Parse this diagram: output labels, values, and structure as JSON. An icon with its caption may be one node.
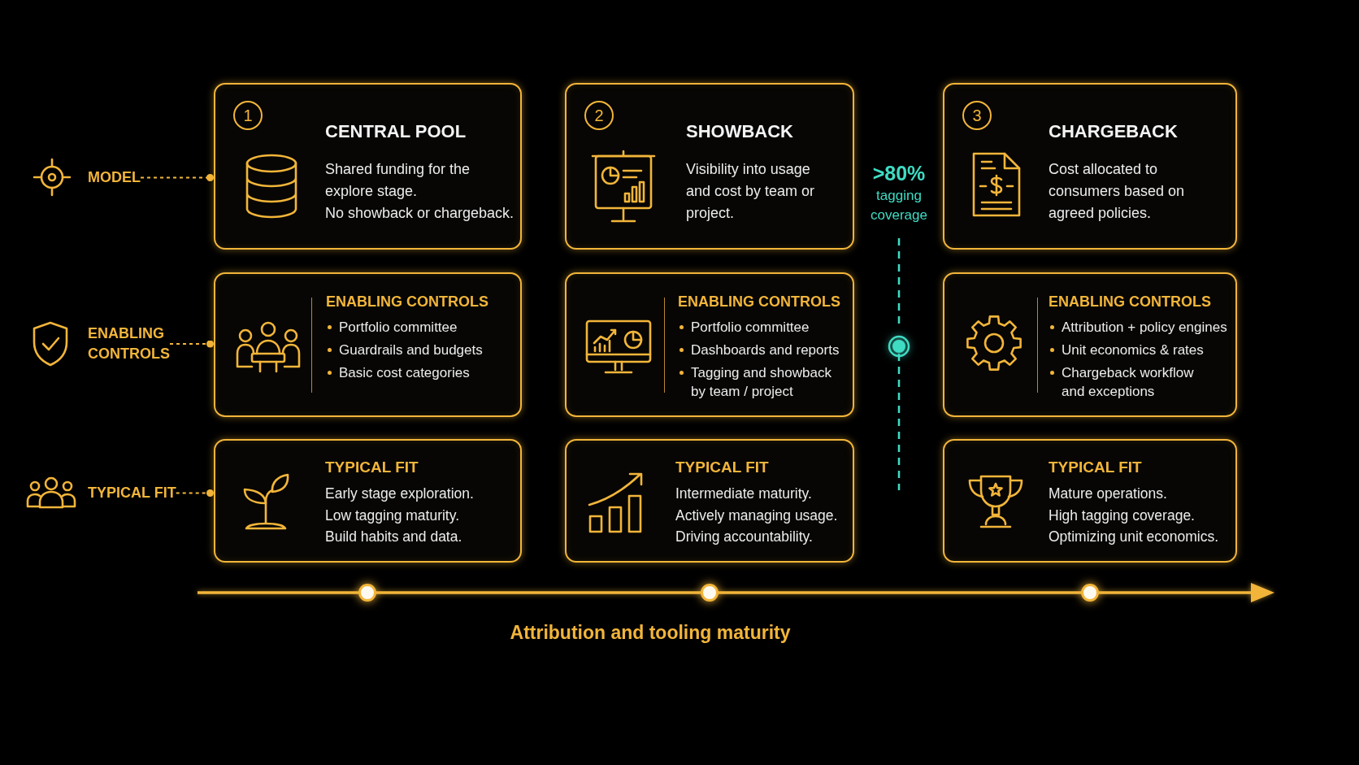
{
  "diagram": {
    "nodes": [
      {
        "text": [
          "MODEL"
        ]
      },
      {
        "text": [
          "1",
          "CENTRAL POOL",
          "Shared funding for the explore stage.",
          "No showback or chargeback."
        ]
      },
      {
        "text": [
          "2",
          "SHOWBACK",
          "Visibility into usage and cost by team or project."
        ]
      },
      {
        "text": [
          "3",
          "CHARGEBACK",
          "Cost allocated to consumers based on agreed policies."
        ]
      },
      {
        "text": [
          "ENABLING CONTROLS"
        ]
      },
      {
        "text": [
          "ENABLING CONTROLS",
          "Portfolio committee",
          "Guardrails and budgets",
          "Basic cost categories"
        ]
      },
      {
        "text": [
          "ENABLING CONTROLS",
          "Portfolio committee",
          "Dashboards and reports",
          "Tagging and showback by team / project"
        ]
      },
      {
        "text": [
          "ENABLING CONTROLS",
          "Attribution + policy engines",
          "Unit economics & rates",
          "Chargeback workflow and exceptions"
        ]
      },
      {
        "text": [
          "TYPICAL FIT"
        ]
      },
      {
        "text": [
          "TYPICAL FIT",
          "Early stage exploration.",
          "Low tagging maturity.",
          "Build habits and data."
        ]
      },
      {
        "text": [
          "TYPICAL FIT",
          "Intermediate maturity.",
          "Actively managing usage.",
          "Driving accountability."
        ]
      },
      {
        "text": [
          "TYPICAL FIT",
          "Mature operations.",
          "High tagging coverage.",
          "Optimizing unit economics."
        ]
      }
    ],
    "edges": [
      {
        "from": 0,
        "to": 1,
        "arrow": "other",
        "style": "dashed"
      },
      {
        "from": 4,
        "to": 5,
        "arrow": "other",
        "style": "dashed"
      },
      {
        "from": 8,
        "to": 9,
        "arrow": "other",
        "style": "dashed"
      }
    ],
    "labels": [
      ">80%",
      "tagging coverage",
      "Attribution and tooling maturity"
    ]
  }
}
